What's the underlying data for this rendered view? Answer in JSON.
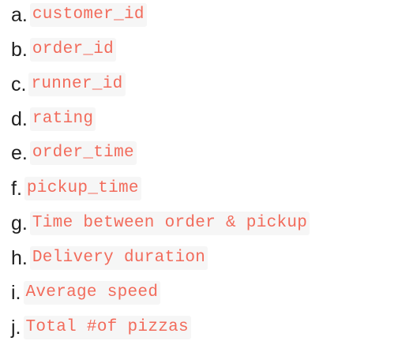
{
  "items": [
    {
      "marker": "a.",
      "code": "customer_id"
    },
    {
      "marker": "b.",
      "code": "order_id"
    },
    {
      "marker": "c.",
      "code": "runner_id"
    },
    {
      "marker": "d.",
      "code": "rating"
    },
    {
      "marker": "e.",
      "code": "order_time"
    },
    {
      "marker": "f.",
      "code": "pickup_time"
    },
    {
      "marker": "g.",
      "code": "Time between order & pickup"
    },
    {
      "marker": "h.",
      "code": "Delivery duration"
    },
    {
      "marker": "i.",
      "code": "Average speed"
    },
    {
      "marker": "j.",
      "code": "Total #of pizzas"
    }
  ]
}
